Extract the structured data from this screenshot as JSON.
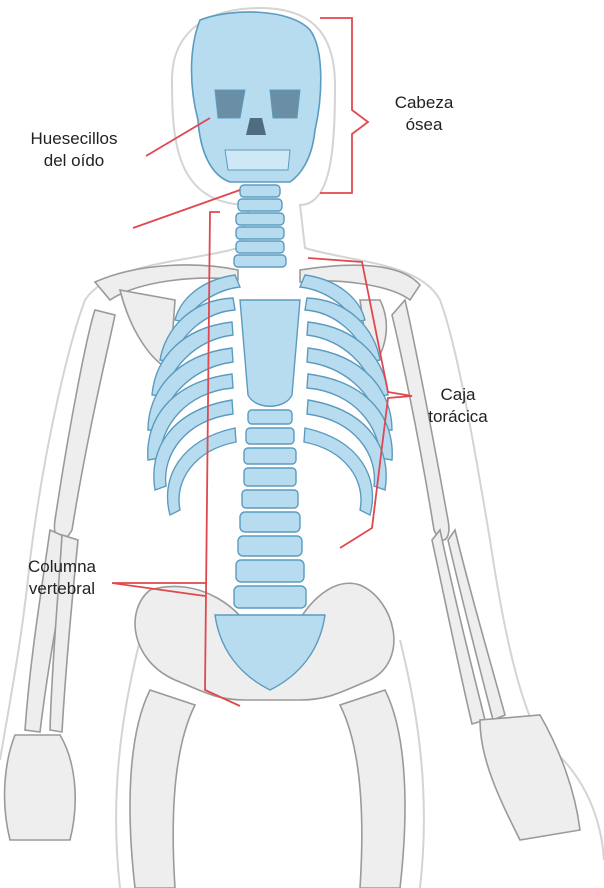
{
  "labels": {
    "head": {
      "line1": "Cabeza",
      "line2": "ósea"
    },
    "ossicles": {
      "line1": "Huesecillos",
      "line2": "del oído"
    },
    "ribcage": {
      "line1": "Caja",
      "line2": "torácica"
    },
    "spine": {
      "line1": "Columna",
      "line2": "vertebral"
    }
  },
  "colors": {
    "highlight_bone": "#b8dcef",
    "highlight_stroke": "#5b9bbf",
    "other_bone": "#eeeeee",
    "bone_stroke": "#9a9a9a",
    "body_outline": "#d4d4d4",
    "leader_line": "#e0484f"
  }
}
